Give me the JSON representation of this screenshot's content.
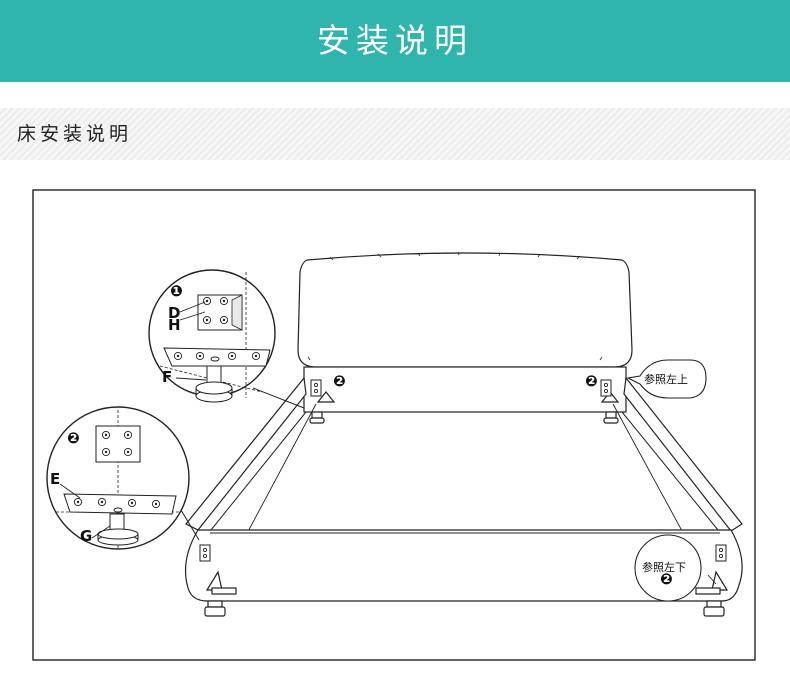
{
  "header": {
    "title": "安装说明"
  },
  "section": {
    "title": "床安装说明"
  },
  "diagram": {
    "step1_marker": "❶",
    "step2_marker": "❷",
    "part_d": "D",
    "part_h": "H",
    "part_f": "F",
    "part_e": "E",
    "part_g": "G",
    "ref_top_left": "参照左上",
    "ref_bottom_left": "参照左下"
  },
  "colors": {
    "banner": "#2fb5ad",
    "banner_text": "#ffffff",
    "line": "#222222"
  }
}
